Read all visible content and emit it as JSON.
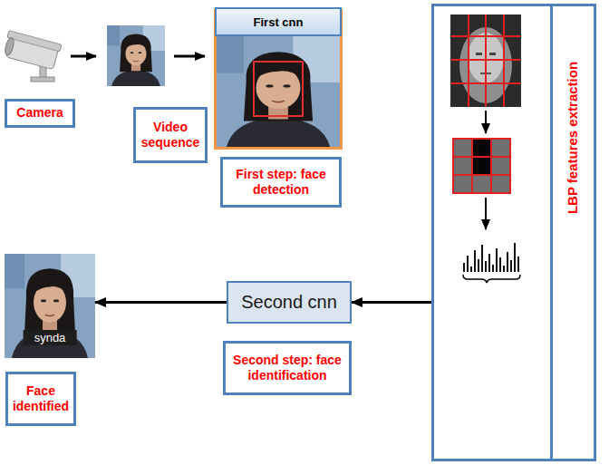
{
  "diagram": {
    "nodes": [
      {
        "text": [
          "Camera"
        ]
      },
      {
        "text": [
          "Video sequence"
        ]
      },
      {
        "text": [
          "First cnn"
        ]
      },
      {
        "text": [
          "First step: face detection"
        ]
      },
      {
        "text": [
          "LBP features extraction"
        ]
      },
      {
        "text": [
          "Second cnn"
        ]
      },
      {
        "text": [
          "synda"
        ]
      },
      {
        "text": [
          "Second step: face identification"
        ]
      },
      {
        "text": [
          "Face identified"
        ]
      }
    ],
    "edges": [
      {
        "from": 4,
        "to": 5,
        "arrow": "to"
      },
      {
        "from": 5,
        "to": 6,
        "arrow": "to"
      }
    ]
  }
}
